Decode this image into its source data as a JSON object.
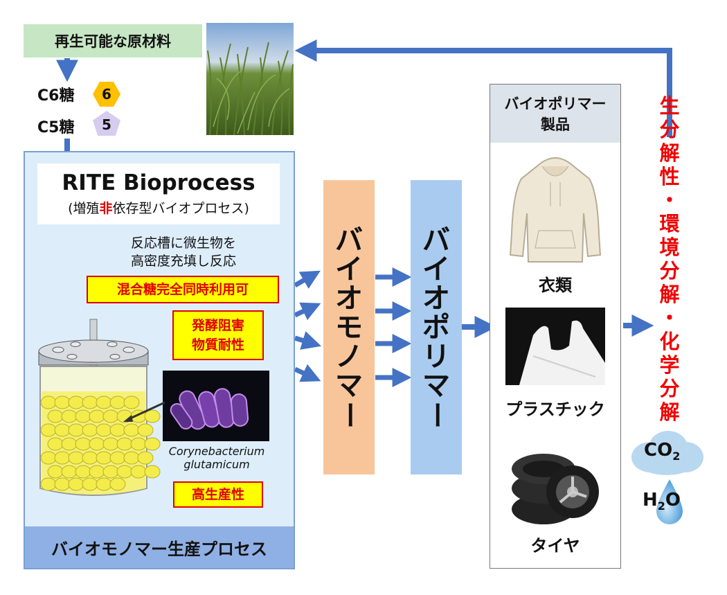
{
  "raw_material": "再生可能な原材料",
  "sugars": [
    {
      "label": "C6糖",
      "badge": "6",
      "badge_color": "#ffc000"
    },
    {
      "label": "C5糖",
      "badge": "5",
      "badge_color": "#d6ccf0"
    }
  ],
  "process": {
    "title": "RITE Bioprocess",
    "subtitle_pre": "(増殖",
    "subtitle_highlight": "非",
    "subtitle_post": "依存型バイオプロセス)",
    "description_lines": [
      "反応槽に微生物を",
      "高密度充填し反応"
    ],
    "feature1": "混合糖完全同時利用可",
    "feature2_lines": [
      "発酵阻害",
      "物質耐性"
    ],
    "feature3": "高生産性",
    "organism_lines": [
      "Corynebacterium",
      "glutamicum"
    ],
    "footer": "バイオモノマー生産プロセス"
  },
  "monomer": {
    "chars": [
      "バ",
      "イ",
      "オ",
      "モ",
      "ノ",
      "マ",
      "ー"
    ],
    "color": "#f8c59b"
  },
  "polymer": {
    "chars": [
      "バ",
      "イ",
      "オ",
      "ポ",
      "リ",
      "マ",
      "ー"
    ],
    "color": "#a9cbef"
  },
  "products": {
    "header_lines": [
      "バイオポリマー",
      "製品"
    ],
    "items": [
      "衣類",
      "プラスチック",
      "タイヤ"
    ]
  },
  "degradation": {
    "chars": [
      "生",
      "分",
      "解",
      "性",
      "・",
      "環",
      "境",
      "分",
      "解",
      "・",
      "化",
      "学",
      "分",
      "解"
    ],
    "color": "#f00000"
  },
  "outputs": {
    "co2": {
      "main": "CO",
      "sub": "2"
    },
    "h2o": {
      "pre": "H",
      "sub": "2",
      "post": "O"
    }
  },
  "colors": {
    "arrow": "#4472c4",
    "panel": "#ddeefa",
    "footer": "#8fb0e4"
  }
}
